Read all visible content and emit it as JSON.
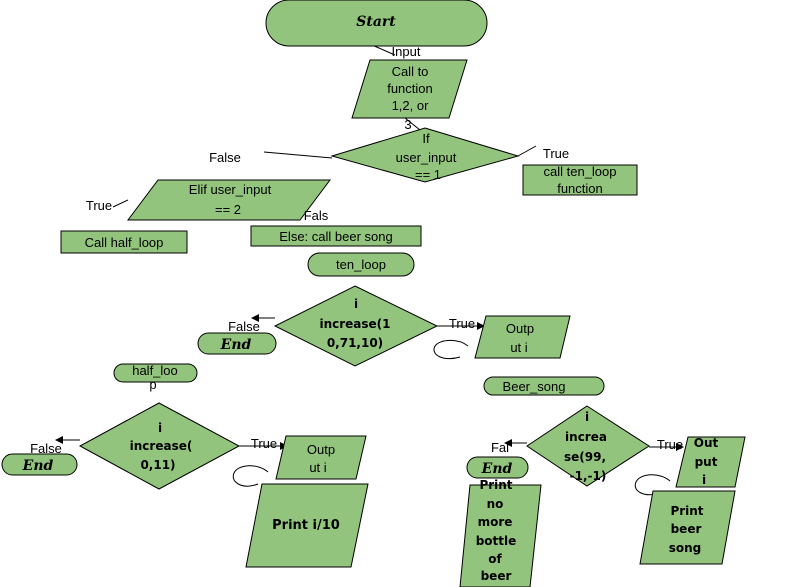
{
  "colors": {
    "shape_fill": "#93c47d",
    "stroke": "#000000",
    "text": "#000000",
    "background": "#ffffff"
  },
  "start": {
    "label": "Start"
  },
  "input_node": {
    "tag": "Input",
    "lines": [
      "Call to",
      "function",
      "1,2, or",
      "3"
    ]
  },
  "if_user_input": {
    "lines": [
      "If",
      "user_input",
      "== 1"
    ]
  },
  "if_labels": {
    "false": "False",
    "true": "True"
  },
  "call_ten_loop": {
    "lines": [
      "call ten_loop",
      "function"
    ]
  },
  "elif_node": {
    "lines": [
      "Elif user_input",
      "== 2"
    ]
  },
  "elif_labels": {
    "true": "True",
    "false": "Fals"
  },
  "call_half_loop": {
    "label": "Call half_loop"
  },
  "else_beer": {
    "label": "Else: call beer song"
  },
  "ten_loop": {
    "label": "ten_loop",
    "decision": [
      "i",
      "increase(1",
      "0,71,10)"
    ],
    "false_label": "False",
    "true_label": "True",
    "end": "End",
    "output": [
      "Outp",
      "ut i"
    ]
  },
  "half_loop": {
    "label_lines": [
      "half_loo",
      "p"
    ],
    "decision": [
      "i",
      "increase(",
      "0,11)"
    ],
    "false_label": "False",
    "true_label": "True",
    "end": "End",
    "output": [
      "Outp",
      "ut i"
    ],
    "print": "Print i/10"
  },
  "beer_song": {
    "label": "Beer_song",
    "decision": [
      "i",
      "increa",
      "se(99,",
      "-1,-1)"
    ],
    "false_label": "Fal",
    "true_label": "True",
    "end": "End",
    "output": [
      "Out",
      "put",
      "i"
    ],
    "print": [
      "Print",
      "beer",
      "song"
    ],
    "no_more": [
      "Print",
      "no",
      "more",
      "bottle",
      "of",
      "beer"
    ]
  }
}
